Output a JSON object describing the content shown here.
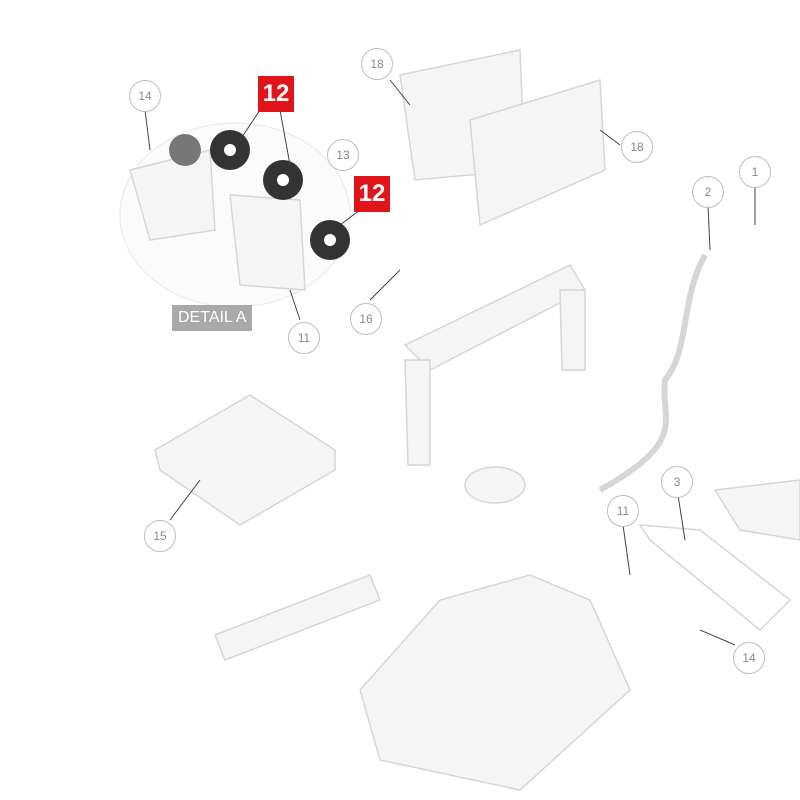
{
  "diagram": {
    "detail_label": "DETAIL A",
    "highlighted_parts": [
      "12",
      "12"
    ],
    "callouts": [
      "14",
      "18",
      "13",
      "18",
      "1",
      "2",
      "11",
      "16",
      "15",
      "3",
      "11",
      "14"
    ]
  },
  "colors": {
    "highlight": "#e0141a",
    "part_fill": "#f4f4f4",
    "part_stroke": "#d8d8d8",
    "gear": "#333333"
  }
}
